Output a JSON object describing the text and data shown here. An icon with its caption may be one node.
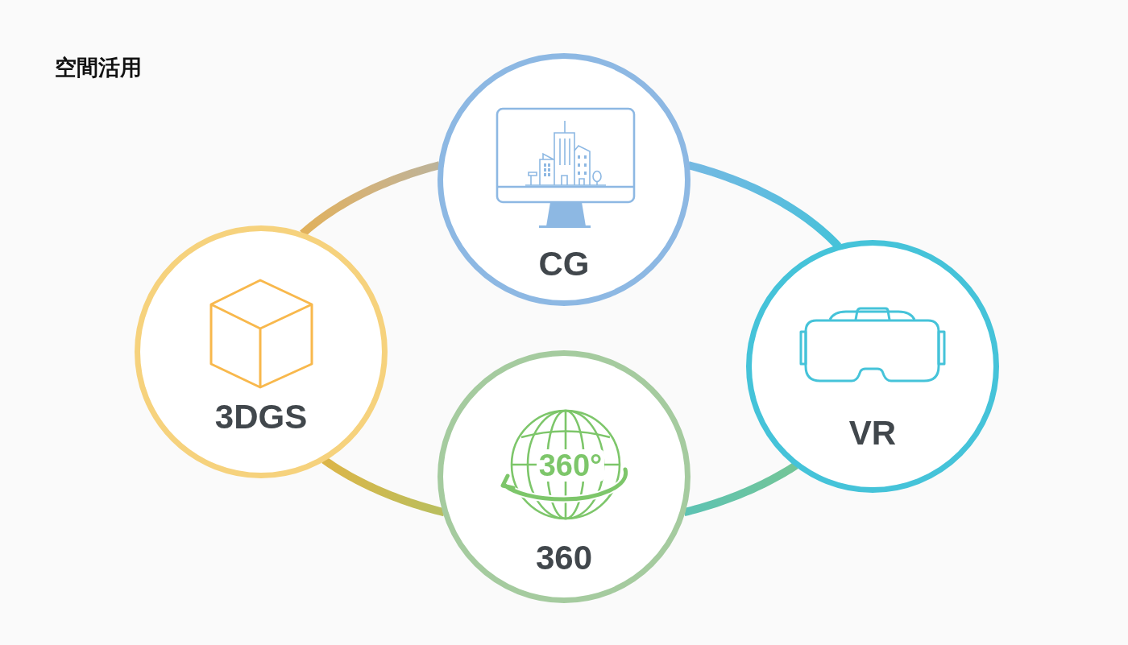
{
  "diagram": {
    "title": "空間活用",
    "nodes": [
      {
        "text": [
          "CG"
        ]
      },
      {
        "text": [
          "3DGS"
        ]
      },
      {
        "text": [
          "VR"
        ]
      },
      {
        "text": [
          "360°",
          "360"
        ]
      }
    ],
    "edges": [
      {
        "from": 0,
        "to": 2,
        "arrow": "none",
        "color": "#5fbcdf"
      },
      {
        "from": 2,
        "to": 3,
        "arrow": "none",
        "color": "#68c4a5"
      },
      {
        "from": 3,
        "to": 1,
        "arrow": "none",
        "color": "#cbba52"
      },
      {
        "from": 1,
        "to": 0,
        "arrow": "none",
        "color": "#d2b27c"
      }
    ]
  }
}
